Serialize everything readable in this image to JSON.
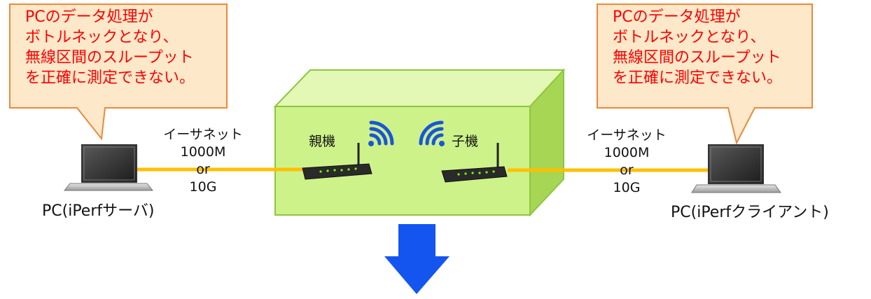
{
  "callouts": {
    "left": {
      "line1": "PCのデータ処理が",
      "line2": "ボトルネックとなり、",
      "line3": "無線区間のスループット",
      "line4": "を正確に測定できない。"
    },
    "right": {
      "line1": "PCのデータ処理が",
      "line2": "ボトルネックとなり、",
      "line3": "無線区間のスループット",
      "line4": "を正確に測定できない。"
    }
  },
  "ethernet": {
    "left": {
      "line1": "イーサネット",
      "line2": "1000M",
      "line3": "or",
      "line4": "10G"
    },
    "right": {
      "line1": "イーサネット",
      "line2": "1000M",
      "line3": "or",
      "line4": "10G"
    }
  },
  "pcs": {
    "server": "PC(iPerfサーバ)",
    "client": "PC(iPerfクライアント)"
  },
  "units": {
    "parent": "親機",
    "child": "子機"
  },
  "colors": {
    "callout_fill": "#fde8c9",
    "callout_border": "#e98a3b",
    "callout_text": "#ff0000",
    "box_front": "#cdf28a",
    "box_top": "#e3f8b4",
    "box_side": "#a6d653",
    "box_border": "#8dc63f",
    "cable": "#ffc000",
    "wifi": "#1a56d6",
    "arrow": "#1455f0"
  },
  "icons": [
    "laptop-icon",
    "router-icon",
    "wifi-signal-icon",
    "down-arrow-icon"
  ]
}
